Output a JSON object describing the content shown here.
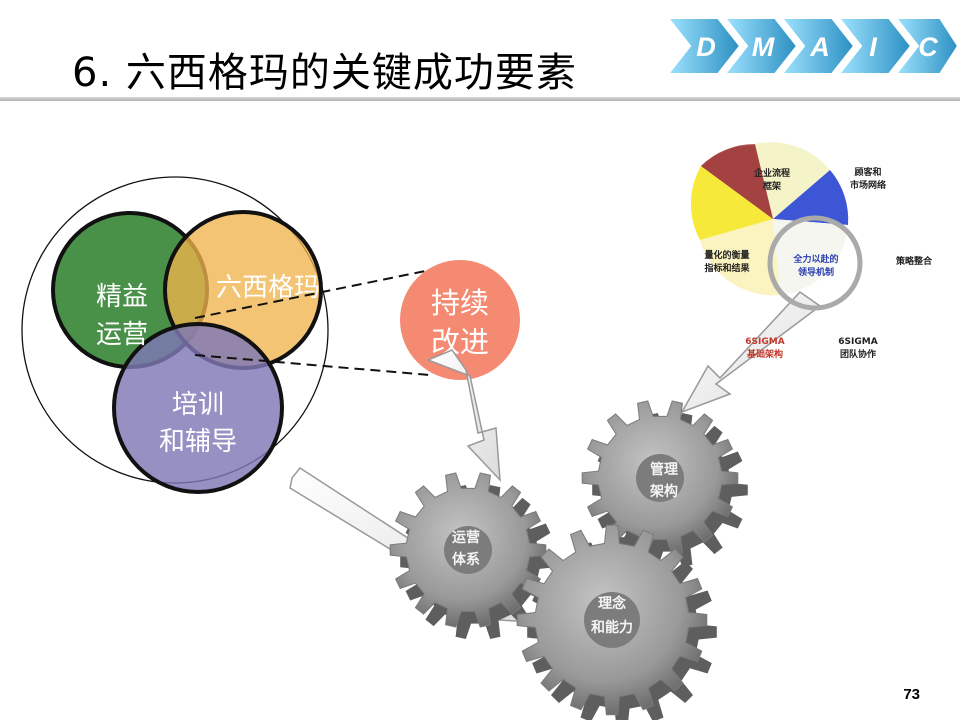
{
  "title": "6. 六西格玛的关键成功要素",
  "page_number": "73",
  "dmaic": [
    "D",
    "M",
    "A",
    "I",
    "C"
  ],
  "venn": {
    "lean": [
      "精益",
      "运营"
    ],
    "six_sigma": "六西格玛",
    "training": [
      "培训",
      "和辅导"
    ]
  },
  "continuous_improvement": [
    "持续",
    "改进"
  ],
  "pie": {
    "enterprise_process": [
      "企业流程",
      "框架"
    ],
    "customer_market": [
      "顾客和",
      "市场网络"
    ],
    "metrics": [
      "量化的衡量",
      "指标和结果"
    ],
    "leadership": [
      "全力以赴的",
      "领导机制"
    ],
    "strategy": "策略整合",
    "infrastructure": [
      "6SIGMA",
      "基础架构"
    ],
    "team": [
      "6SIGMA",
      "团队协作"
    ]
  },
  "gears": {
    "management": [
      "管理",
      "架构"
    ],
    "operations": [
      "运营",
      "体系"
    ],
    "philosophy": [
      "理念",
      "和能力"
    ]
  },
  "colors": {
    "lean": "#3f8a3f",
    "six_sigma": "#f0b44c",
    "training": "#7f77b6",
    "continuous_improvement": "#f58a72",
    "dmaic_arrow": "#4fb2d8",
    "gear": "#9a9a9a"
  }
}
